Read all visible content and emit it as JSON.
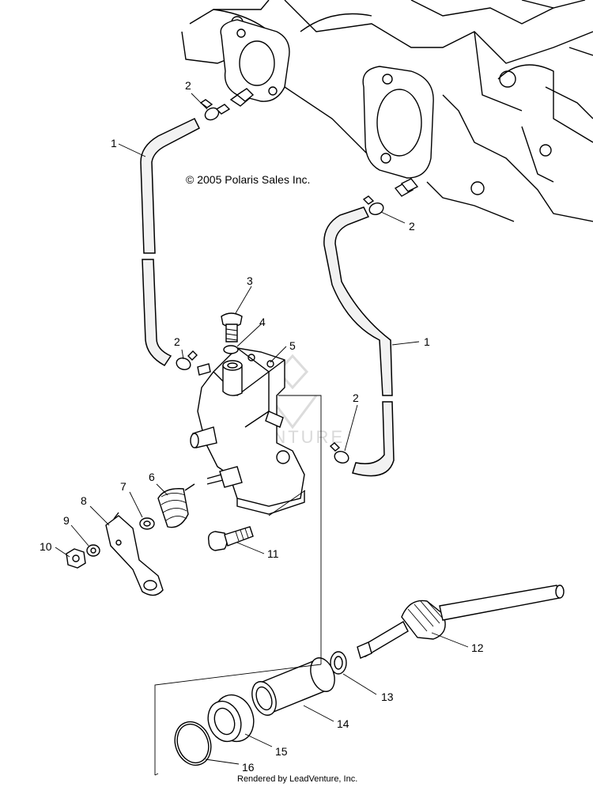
{
  "copyright": "© 2005 Polaris Sales Inc.",
  "rendered_by": "Rendered by LeadVenture, Inc.",
  "watermark": "VENTURE",
  "callouts": [
    {
      "id": "c-1a",
      "text": "1"
    },
    {
      "id": "c-1b",
      "text": "1"
    },
    {
      "id": "c-2a",
      "text": "2"
    },
    {
      "id": "c-2b",
      "text": "2"
    },
    {
      "id": "c-2c",
      "text": "2"
    },
    {
      "id": "c-2d",
      "text": "2"
    },
    {
      "id": "c-3",
      "text": "3"
    },
    {
      "id": "c-4",
      "text": "4"
    },
    {
      "id": "c-5",
      "text": "5"
    },
    {
      "id": "c-6",
      "text": "6"
    },
    {
      "id": "c-7",
      "text": "7"
    },
    {
      "id": "c-8",
      "text": "8"
    },
    {
      "id": "c-9",
      "text": "9"
    },
    {
      "id": "c-10",
      "text": "10"
    },
    {
      "id": "c-11",
      "text": "11"
    },
    {
      "id": "c-12",
      "text": "12"
    },
    {
      "id": "c-13",
      "text": "13"
    },
    {
      "id": "c-14",
      "text": "14"
    },
    {
      "id": "c-15",
      "text": "15"
    },
    {
      "id": "c-16",
      "text": "16"
    }
  ]
}
